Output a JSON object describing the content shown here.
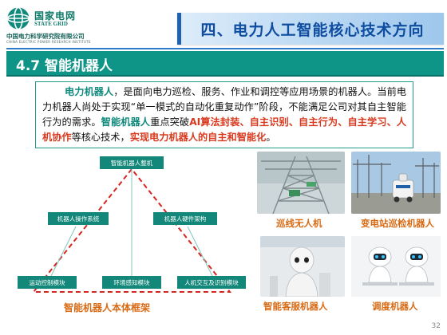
{
  "header": {
    "logo_cn": "国家电网",
    "logo_en": "STATE GRID",
    "org_cn": "中国电力科学研究院有限公司",
    "org_en": "CHINA ELECTRIC POWER RESEARCH INSTITUTE",
    "title": "四、电力人工智能核心技术方向"
  },
  "section": {
    "title": "4.7 智能机器人"
  },
  "intro": {
    "segments": [
      {
        "text": "电力机器人",
        "style": "teal"
      },
      {
        "text": "，是面向电力巡检、服务、作业和调控等应用场景的机器人。当前电力机器人尚处于实现“单一模式的自动化重复动作”阶段，不能满足公司对其自主智能行为的需求。",
        "style": "plain"
      },
      {
        "text": "智能机器人",
        "style": "teal"
      },
      {
        "text": "重点突破",
        "style": "plain"
      },
      {
        "text": "AI算法封装、自主识别、自主行为、自主学习、人机协作",
        "style": "red"
      },
      {
        "text": "等核心技术，",
        "style": "plain"
      },
      {
        "text": "实现电力机器人的自主和智能化",
        "style": "red"
      },
      {
        "text": "。",
        "style": "plain"
      }
    ]
  },
  "diagram": {
    "nodes": {
      "top": "智能机器人整机",
      "mid_left": "机器人操作系统",
      "mid_right": "机器人硬件架构",
      "bottom_left": "运动控制模块",
      "bottom_mid": "环境感知模块",
      "bottom_right": "人机交互及识别模块"
    },
    "caption": "智能机器人本体框架"
  },
  "photos": {
    "patrol_drone": "巡线无人机",
    "substation_robot": "变电站巡检机器人",
    "service_robot": "智能客服机器人",
    "dispatch_robot": "调度机器人"
  },
  "page_number": "32",
  "colors": {
    "teal": "#0f9488",
    "accent_red": "#d9391e",
    "caption_orange": "#d86a14",
    "title_blue": "#0f4da0"
  }
}
